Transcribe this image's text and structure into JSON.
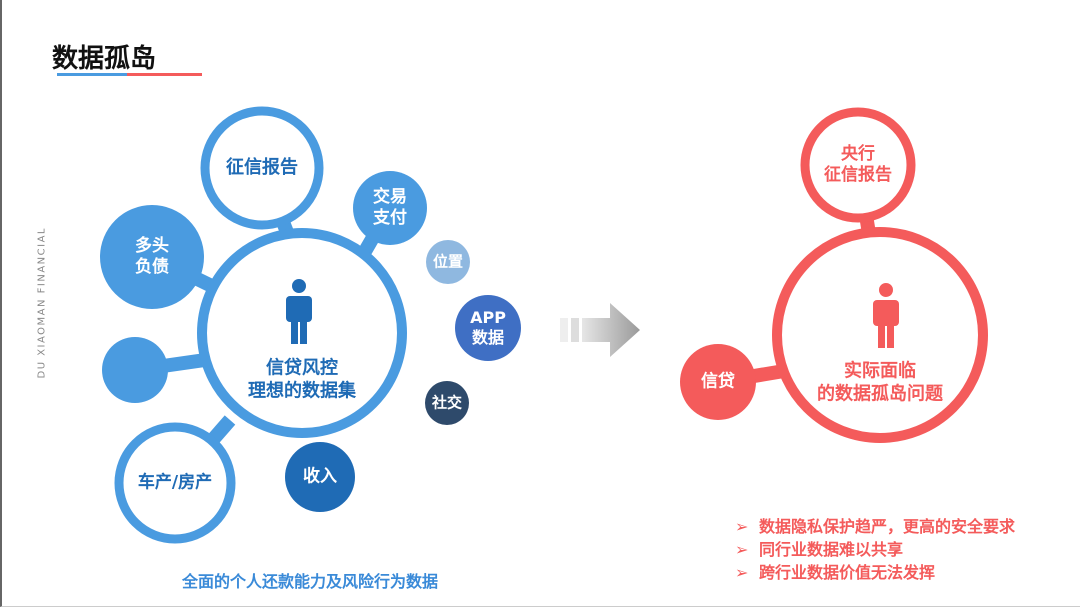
{
  "title": "数据孤岛",
  "watermark": "DU XIAOMAN FINANCIAL",
  "left": {
    "center": "信贷风控\n理想的数据集",
    "nodes": {
      "credit_report": "征信报告",
      "trade": "交易\n支付",
      "multi_debt": "多头\n负债",
      "assets": "车产/房产",
      "income": "收入",
      "location": "位置",
      "app": "APP\n数据",
      "social": "社交"
    },
    "caption": "全面的个人还款能力及风险行为数据"
  },
  "right": {
    "center": "实际面临\n的数据孤岛问题",
    "nodes": {
      "central_bank": "央行\n征信报告",
      "loan": "信贷"
    },
    "bullets": [
      "数据隐私保护趋严，更高的安全要求",
      "同行业数据难以共享",
      "跨行业数据价值无法发挥"
    ],
    "bullet_marker": "➢"
  },
  "colors": {
    "blue": "#4a9be0",
    "dark_blue": "#1f6bb5",
    "red": "#f45b5b"
  }
}
